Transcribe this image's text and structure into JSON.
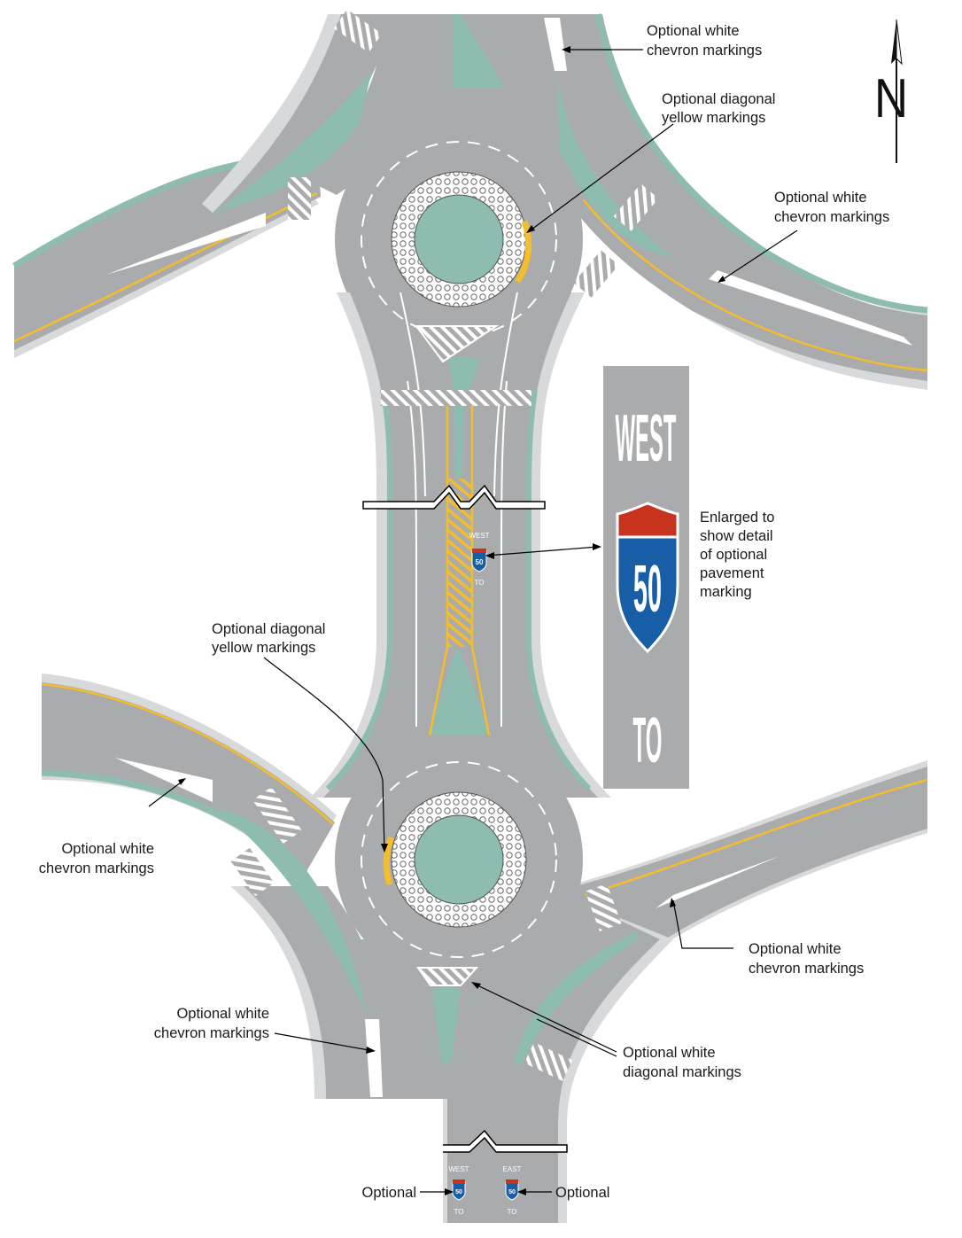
{
  "colors": {
    "pavement": "#a9abad",
    "median_green": "#8fbcb1",
    "sidewalk": "#d7d9db",
    "yellow_marking": "#f4bd2c",
    "white_marking": "#ffffff",
    "shield_red": "#c8331e",
    "shield_blue": "#175ea6",
    "leader": "#000000"
  },
  "north_arrow": {
    "letter": "N"
  },
  "sign_detail": {
    "top_word": "WEST",
    "shield_number": "50",
    "bottom_word": "TO"
  },
  "small_marking_words": {
    "west": "WEST",
    "east": "EAST",
    "to": "TO",
    "number": "50"
  },
  "callouts": {
    "white_chevron_top": [
      "Optional white",
      "chevron markings"
    ],
    "yellow_diagonal_top": [
      "Optional diagonal",
      "yellow markings"
    ],
    "white_chevron_right": [
      "Optional white",
      "chevron markings"
    ],
    "enlarged": [
      "Enlarged to",
      "show detail",
      "of optional",
      "pavement",
      "marking"
    ],
    "yellow_diagonal_mid": [
      "Optional diagonal",
      "yellow markings"
    ],
    "white_chevron_left": [
      "Optional white",
      "chevron markings"
    ],
    "white_chevron_lower_right": [
      "Optional white",
      "chevron markings"
    ],
    "white_chevron_bottom_left": [
      "Optional white",
      "chevron markings"
    ],
    "white_diagonal_bottom": [
      "Optional white",
      "diagonal markings"
    ],
    "optional_left": "Optional",
    "optional_right": "Optional"
  }
}
